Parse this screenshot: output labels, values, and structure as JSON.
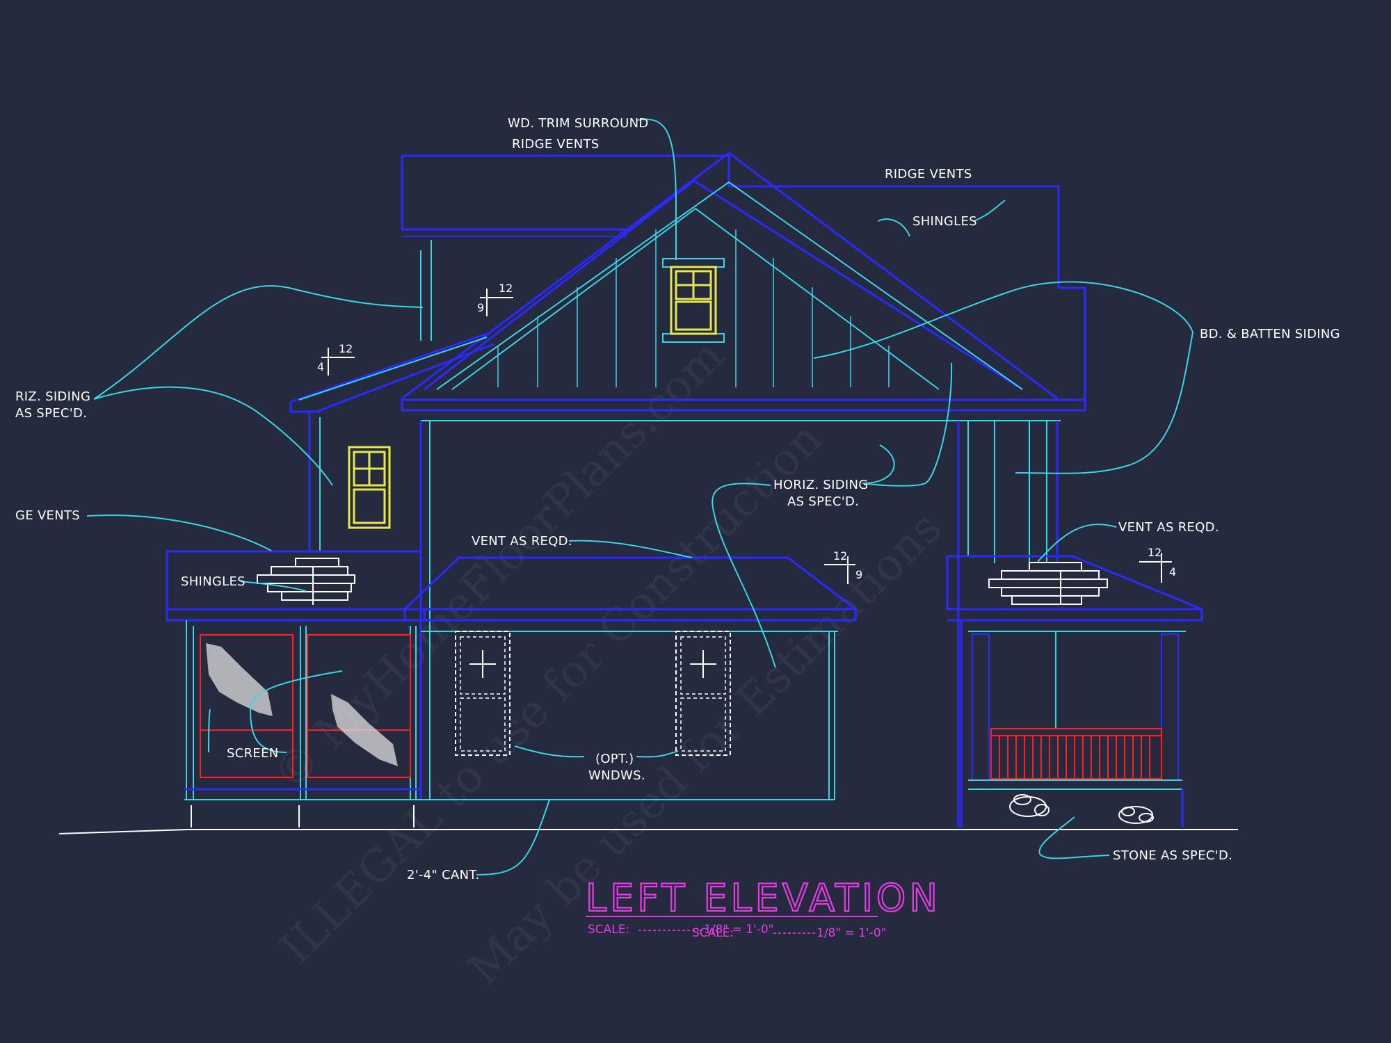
{
  "drawing": {
    "title": "LEFT ELEVATION",
    "scale_label_1": "SCALE:",
    "scale_value_1": "1/8\" = 1'-0\"",
    "scale_label_2": "SCALE:",
    "scale_value_2": "1/8\" = 1'-0\""
  },
  "watermark": {
    "line_1": "ILLEGAL to use for Construction",
    "line_2": "May be used for Estimations",
    "line_3": "© MyHomeFloorPlans.com"
  },
  "annotations": {
    "wd_trim": "WD. TRIM SURROUND",
    "ridge_vents_top": "RIDGE VENTS",
    "ridge_vents_right": "RIDGE VENTS",
    "shingles_top": "SHINGLES",
    "bd_batten": "BD. & BATTEN SIDING",
    "horiz_left_1": "RIZ. SIDING",
    "horiz_left_2": "AS SPEC'D.",
    "ridge_vents_left": "GE VENTS",
    "shingles_left": "SHINGLES",
    "vent_reqd_center": "VENT AS REQD.",
    "horiz_center_1": "HORIZ. SIDING",
    "horiz_center_2": "AS SPEC'D.",
    "vent_reqd_right": "VENT AS REQD.",
    "screen": "SCREEN",
    "opt_1": "(OPT.)",
    "opt_2": "WNDWS.",
    "cant": "2'-4\" CANT.",
    "stone": "STONE AS SPEC'D."
  },
  "slopes": {
    "main_rise": "9",
    "main_run": "12",
    "left_rise": "4",
    "left_run": "12",
    "center_rise": "9",
    "center_run": "12",
    "right_rise": "4",
    "right_run": "12"
  },
  "colors": {
    "background": "#262a3e",
    "outline_blue": "#2a2aff",
    "detail_cyan": "#3ad6e6",
    "window_yellow": "#e8e84a",
    "screen_red": "#ff2020",
    "title_magenta": "#e63ce6"
  }
}
